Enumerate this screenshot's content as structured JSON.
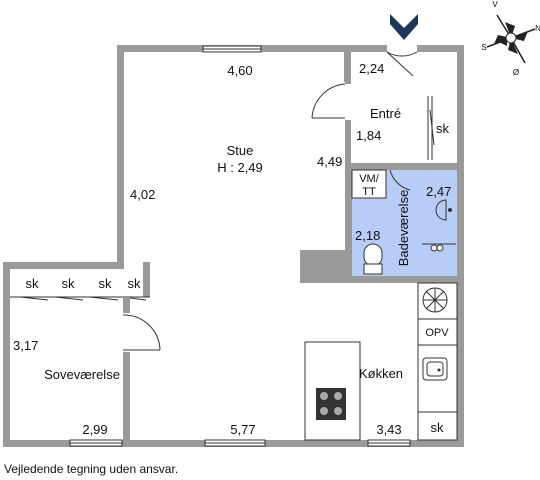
{
  "rooms": {
    "stue": {
      "name": "Stue",
      "height": "H : 2,49"
    },
    "entre": {
      "name": "Entré"
    },
    "badevaerelse": {
      "name": "Badeværelse"
    },
    "sovevaerelse": {
      "name": "Soveværelse"
    },
    "kokken": {
      "name": "Køkken"
    }
  },
  "dimensions": {
    "stue_top": "4,60",
    "entre_width": "2,24",
    "entre_height": "1,84",
    "stue_right": "4,49",
    "stue_left": "4,02",
    "bath_width": "2,47",
    "bath_height": "2,18",
    "sove_height": "3,17",
    "sove_bottom": "2,99",
    "bottom_mid": "5,77",
    "kitchen_bottom": "3,43"
  },
  "fixtures": {
    "wardrobe": "sk",
    "washer_dryer_top": "VM/",
    "washer_dryer_bottom": "TT",
    "opv": "OPV"
  },
  "compass": {
    "north": "N",
    "south": "S",
    "east": "Ø",
    "west": "V"
  },
  "disclaimer": "Vejledende tegning uden ansvar.",
  "colors": {
    "bathroom": "#b7cdf7",
    "walls": "#9a9a9a",
    "entrance_marker": "#1d3557"
  }
}
